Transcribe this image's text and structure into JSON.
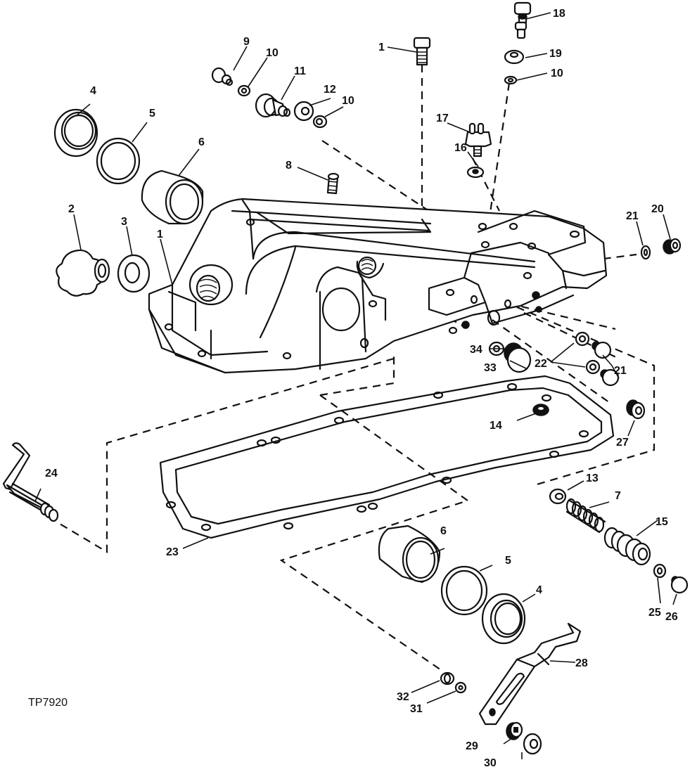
{
  "figure": {
    "id_label": "TP7920",
    "type": "exploded parts diagram",
    "subject": "rockshaft housing assembly"
  },
  "callouts": [
    {
      "number": "1",
      "part": "cap-screw"
    },
    {
      "number": "1",
      "part": "housing"
    },
    {
      "number": "2",
      "part": "cap"
    },
    {
      "number": "3",
      "part": "seal"
    },
    {
      "number": "4",
      "part": "bushing-left"
    },
    {
      "number": "5",
      "part": "o-ring-left"
    },
    {
      "number": "6",
      "part": "sleeve-left"
    },
    {
      "number": "7",
      "part": "spring"
    },
    {
      "number": "8",
      "part": "stud"
    },
    {
      "number": "9",
      "part": "plug"
    },
    {
      "number": "10",
      "part": "washer-a"
    },
    {
      "number": "11",
      "part": "fitting"
    },
    {
      "number": "12",
      "part": "washer"
    },
    {
      "number": "10",
      "part": "washer-b"
    },
    {
      "number": "10",
      "part": "washer-c"
    },
    {
      "number": "13",
      "part": "seat"
    },
    {
      "number": "14",
      "part": "plug-gasket"
    },
    {
      "number": "15",
      "part": "valve"
    },
    {
      "number": "16",
      "part": "washer-switch"
    },
    {
      "number": "17",
      "part": "switch"
    },
    {
      "number": "18",
      "part": "bleed-screw"
    },
    {
      "number": "19",
      "part": "nut"
    },
    {
      "number": "20",
      "part": "plug-end"
    },
    {
      "number": "21",
      "part": "washer-end"
    },
    {
      "number": "21",
      "part": "plugs-side"
    },
    {
      "number": "22",
      "part": "washers-side"
    },
    {
      "number": "23",
      "part": "gasket"
    },
    {
      "number": "24",
      "part": "shaft-arm"
    },
    {
      "number": "25",
      "part": "washer-valve"
    },
    {
      "number": "26",
      "part": "plug-valve"
    },
    {
      "number": "27",
      "part": "plug-gasket-side"
    },
    {
      "number": "28",
      "part": "lever"
    },
    {
      "number": "29",
      "part": "washer-lever"
    },
    {
      "number": "30",
      "part": "nut-lever"
    },
    {
      "number": "4",
      "part": "bushing-right"
    },
    {
      "number": "5",
      "part": "o-ring-right"
    },
    {
      "number": "6",
      "part": "sleeve-right"
    },
    {
      "number": "31",
      "part": "washer-small"
    },
    {
      "number": "32",
      "part": "ring"
    },
    {
      "number": "33",
      "part": "plug-large"
    },
    {
      "number": "34",
      "part": "washer-plug"
    }
  ]
}
